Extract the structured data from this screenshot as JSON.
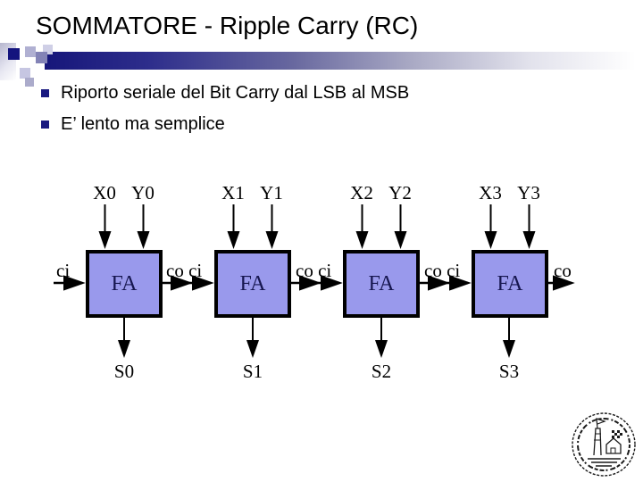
{
  "title": "SOMMATORE - Ripple Carry (RC)",
  "bullets": [
    "Riporto seriale del Bit Carry dal LSB al MSB",
    "E’ lento ma semplice"
  ],
  "diagram": {
    "carry_in": "ci",
    "carry_out": "co",
    "carry_links": [
      "co ci",
      "co ci",
      "co ci"
    ],
    "units": [
      {
        "x_label": "X0",
        "y_label": "Y0",
        "fa_label": "FA",
        "sum_label": "S0"
      },
      {
        "x_label": "X1",
        "y_label": "Y1",
        "fa_label": "FA",
        "sum_label": "S1"
      },
      {
        "x_label": "X2",
        "y_label": "Y2",
        "fa_label": "FA",
        "sum_label": "S2"
      },
      {
        "x_label": "X3",
        "y_label": "Y3",
        "fa_label": "FA",
        "sum_label": "S3"
      }
    ]
  },
  "colors": {
    "fa_fill": "#9999ec",
    "accent_navy": "#14147e",
    "bullet_navy": "#191980",
    "wire_black": "#000000"
  }
}
